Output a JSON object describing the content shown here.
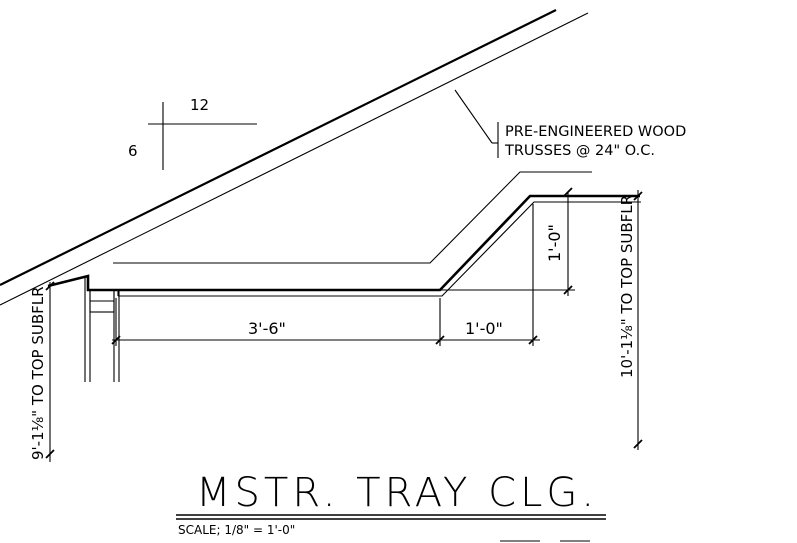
{
  "slope": {
    "rise": "6",
    "run": "12"
  },
  "note": {
    "line1": "PRE-ENGINEERED WOOD",
    "line2": "TRUSSES @ 24\" O.C."
  },
  "dimensions": {
    "horizontal_a": "3'-6\"",
    "horizontal_b": "1'-0\"",
    "vertical_rise": "1'-0\"",
    "left_height": "9'-1⅛\" TO TOP SUBFLR",
    "right_height": "10'-1⅛\" TO TOP SUBFLR"
  },
  "title": {
    "text": "MSTR. TRAY CLG.",
    "scale": "SCALE; 1/8\" = 1'-0\""
  },
  "colors": {
    "ink": "#000000",
    "paper": "#ffffff"
  }
}
